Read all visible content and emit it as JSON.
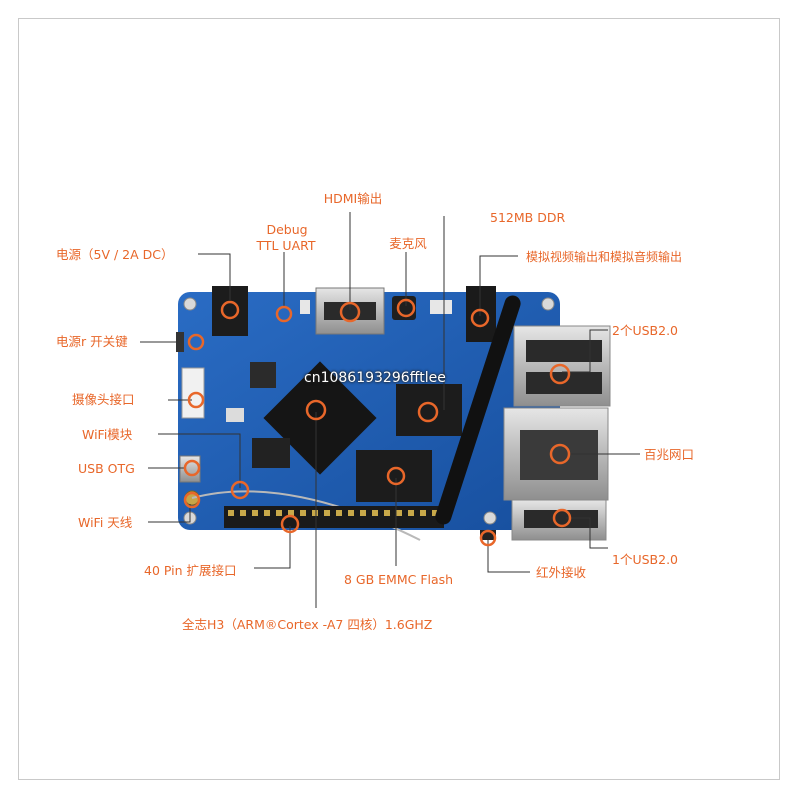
{
  "labels": {
    "power": "电源（5V / 2A DC）",
    "debug": "Debug",
    "ttl": "TTL UART",
    "hdmi": "HDMI输出",
    "mic": "麦克风",
    "ddr": "512MB DDR",
    "av": "模拟视频输出和模拟音频输出",
    "power_switch": "电源r 开关键",
    "usb2_top": "2个USB2.0",
    "camera": "摄像头接口",
    "wifi_module": "WiFi模块",
    "ethernet": "百兆网口",
    "usb_otg": "USB OTG",
    "wifi_antenna": "WiFi 天线",
    "usb2_bottom": "1个USB2.0",
    "gpio": "40 Pin 扩展接口",
    "emmc": "8 GB EMMC Flash",
    "ir": "红外接收",
    "cpu": "全志H3（ARM®Cortex -A7 四核）1.6GHZ"
  },
  "watermark": "cn1086193296fftlee",
  "colors": {
    "label": "#e8672a",
    "pcb": "#1d5fb7",
    "marker": "#e8672a"
  }
}
